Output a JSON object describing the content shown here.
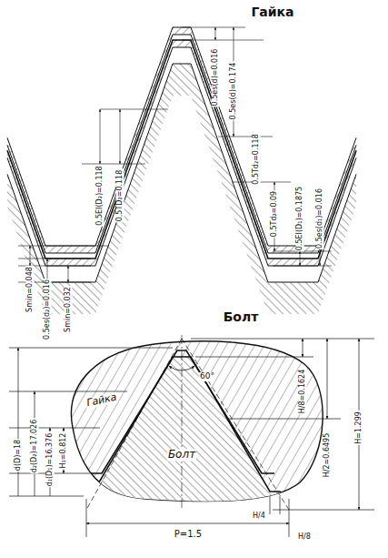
{
  "diagram": {
    "labels": [
      "Гайка",
      "Smin=0.048",
      "0.5es(d₂)=0.016",
      "Smin=0.032",
      "0.5EI(D₂)=0.118",
      "0.5TD₂=0.118",
      "0.5es(d)=0.016",
      "0.5es(d)=0.174",
      "0.5Td₂=0.118",
      "0.5Td₂=0.09",
      "0.5EI(D₁)=0.1875",
      "0.5es(d₁)=0.016",
      "Болт",
      "Гайка",
      "Болт",
      "60°",
      "d(D)=18",
      "d₂(D₂)=17.026",
      "d₁(D₁)=16.376",
      "H₁=0.812",
      "H/8=0.1624",
      "H/2=0.6495",
      "H=1.299",
      "P=1.5",
      "H/4",
      "H/8"
    ]
  }
}
